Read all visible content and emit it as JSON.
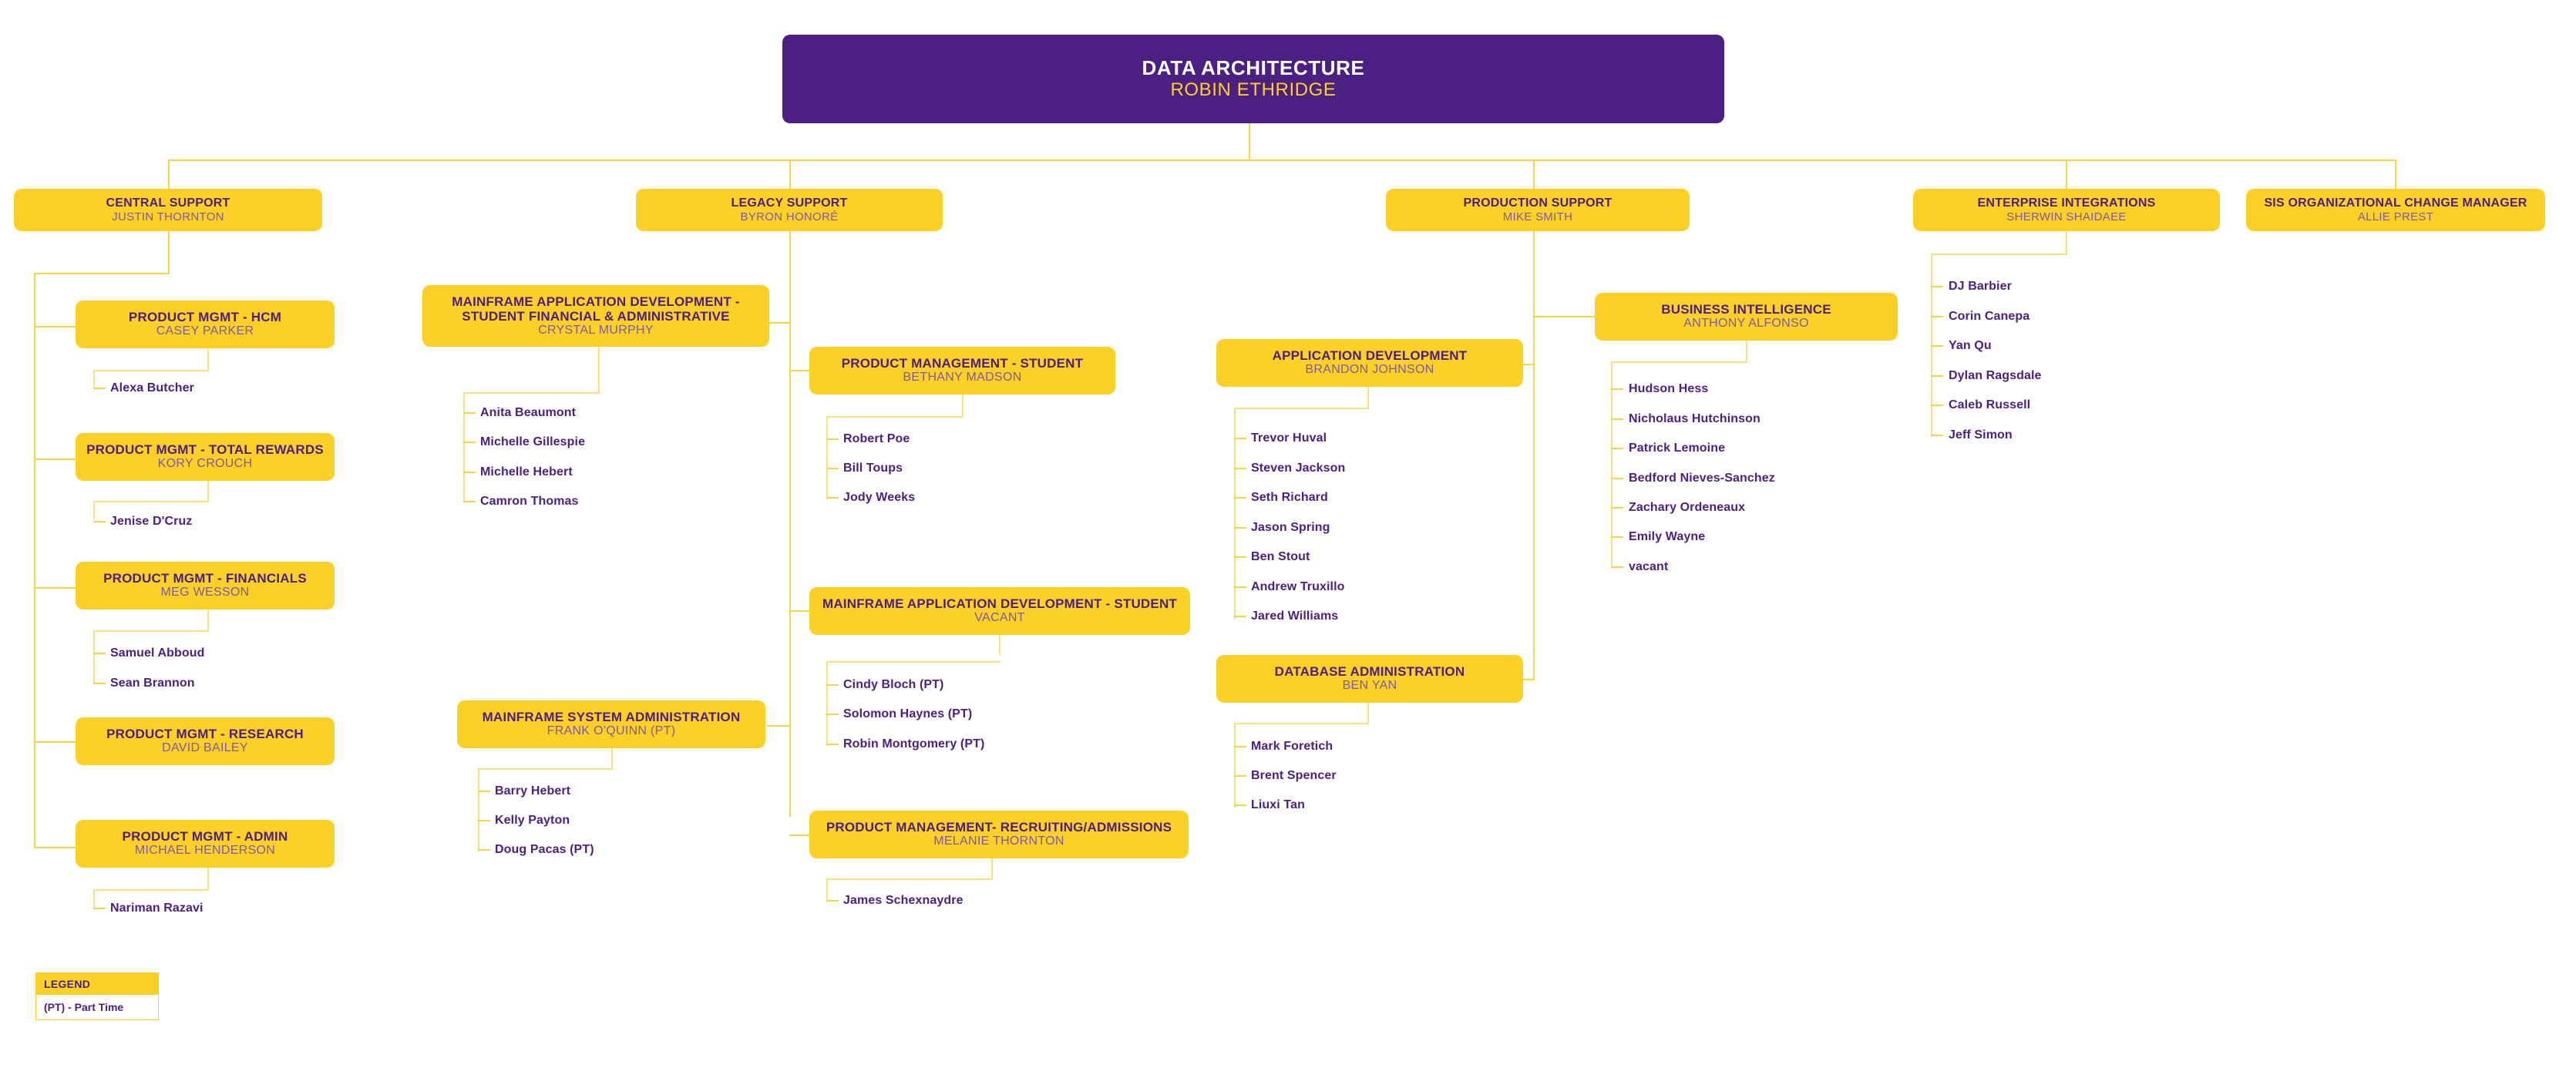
{
  "chart_title": "DATA ARCHITECTURE",
  "colors": {
    "purple": "#4C2083",
    "yellow": "#FDD026",
    "connector": "#F7D54A",
    "person_text": "#7C5AA6",
    "background": "#FFFFFF"
  },
  "root": {
    "title": "DATA ARCHITECTURE",
    "person": "ROBIN ETHRIDGE"
  },
  "divisions": [
    {
      "id": "central-support",
      "title": "CENTRAL SUPPORT",
      "person": "JUSTIN THORNTON",
      "units": [
        {
          "id": "product-mgmt-hcm",
          "title": "PRODUCT MGMT - HCM",
          "person": "CASEY PARKER",
          "members": [
            "Alexa Butcher"
          ]
        },
        {
          "id": "product-mgmt-total-rewards",
          "title": "PRODUCT MGMT - TOTAL REWARDS",
          "person": "KORY CROUCH",
          "members": [
            "Jenise D'Cruz"
          ]
        },
        {
          "id": "product-mgmt-financials",
          "title": "PRODUCT MGMT - FINANCIALS",
          "person": "MEG WESSON",
          "members": [
            "Samuel Abboud",
            "Sean Brannon"
          ]
        },
        {
          "id": "product-mgmt-research",
          "title": "PRODUCT MGMT - RESEARCH",
          "person": "DAVID BAILEY",
          "members": []
        },
        {
          "id": "product-mgmt-admin",
          "title": "PRODUCT MGMT - ADMIN",
          "person": "MICHAEL HENDERSON",
          "members": [
            "Nariman Razavi"
          ]
        }
      ]
    },
    {
      "id": "legacy-support",
      "title": "LEGACY SUPPORT",
      "person": "BYRON HONORÉ",
      "units": [
        {
          "id": "mainframe-app-dev-student-financial-admin",
          "title": "MAINFRAME APPLICATION DEVELOPMENT - STUDENT FINANCIAL & ADMINISTRATIVE",
          "person": "CRYSTAL MURPHY",
          "members": [
            "Anita Beaumont",
            "Michelle Gillespie",
            "Michelle Hebert",
            "Camron Thomas"
          ]
        },
        {
          "id": "mainframe-system-administration",
          "title": "MAINFRAME SYSTEM ADMINISTRATION",
          "person": "FRANK O'QUINN (PT)",
          "members": [
            "Barry Hebert",
            "Kelly Payton",
            "Doug Pacas (PT)"
          ]
        },
        {
          "id": "product-management-student",
          "title": "PRODUCT MANAGEMENT - STUDENT",
          "person": "BETHANY MADSON",
          "members": [
            "Robert Poe",
            "Bill Toups",
            "Jody Weeks"
          ]
        },
        {
          "id": "mainframe-app-dev-student",
          "title": "MAINFRAME APPLICATION DEVELOPMENT - STUDENT",
          "person": "VACANT",
          "members": [
            "Cindy Bloch (PT)",
            "Solomon Haynes (PT)",
            "Robin Montgomery (PT)"
          ]
        },
        {
          "id": "product-management-recruiting-admissions",
          "title": "PRODUCT MANAGEMENT- RECRUITING/ADMISSIONS",
          "person": "MELANIE THORNTON",
          "members": [
            "James Schexnaydre"
          ]
        }
      ]
    },
    {
      "id": "production-support",
      "title": "PRODUCTION SUPPORT",
      "person": "MIKE SMITH",
      "units": [
        {
          "id": "application-development",
          "title": "APPLICATION DEVELOPMENT",
          "person": "BRANDON JOHNSON",
          "members": [
            "Trevor Huval",
            "Steven Jackson",
            "Seth Richard",
            "Jason Spring",
            "Ben Stout",
            "Andrew Truxillo",
            "Jared Williams"
          ]
        },
        {
          "id": "database-administration",
          "title": "DATABASE ADMINISTRATION",
          "person": "BEN YAN",
          "members": [
            "Mark Foretich",
            "Brent Spencer",
            "Liuxi Tan"
          ]
        },
        {
          "id": "business-intelligence",
          "title": "BUSINESS INTELLIGENCE",
          "person": "ANTHONY ALFONSO",
          "members": [
            "Hudson Hess",
            "Nicholaus Hutchinson",
            "Patrick Lemoine",
            "Bedford Nieves-Sanchez",
            "Zachary Ordeneaux",
            "Emily Wayne",
            "vacant"
          ]
        }
      ]
    },
    {
      "id": "enterprise-integrations",
      "title": "ENTERPRISE INTEGRATIONS",
      "person": "SHERWIN SHAIDAEE",
      "units": [],
      "members": [
        "DJ Barbier",
        "Corin Canepa",
        "Yan Qu",
        "Dylan Ragsdale",
        "Caleb Russell",
        "Jeff Simon"
      ]
    },
    {
      "id": "sis-organizational-change-manager",
      "title": "SIS ORGANIZATIONAL CHANGE MANAGER",
      "person": "ALLIE PREST",
      "units": [],
      "members": []
    }
  ],
  "legend": {
    "header": "LEGEND",
    "entry": "(PT) - Part Time"
  }
}
